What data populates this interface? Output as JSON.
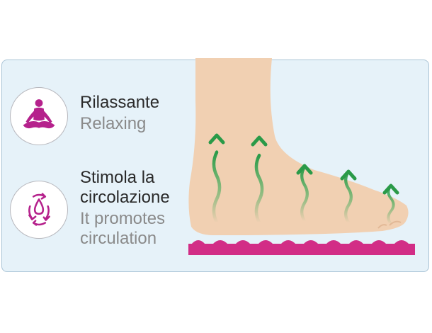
{
  "colors": {
    "panel_background": "#e6f2f9",
    "panel_border": "#aac4d6",
    "icon_magenta": "#b5218c",
    "arrow_green": "#2a9a48",
    "skin": "#f1d0b2",
    "insole_magenta": "#d22d86",
    "text_dark": "#2a2a2a",
    "text_grey": "#8a8a8a"
  },
  "features": [
    {
      "icon": "meditation-icon",
      "title_it": "Rilassante",
      "title_en": "Relaxing"
    },
    {
      "icon": "circulation-drop-icon",
      "title_it_line1": "Stimola la",
      "title_it_line2": "circolazione",
      "title_en_line1": "It promotes",
      "title_en_line2": "circulation"
    }
  ],
  "illustration": {
    "subject": "foot-icon",
    "arrows": "wavy-arrow-icon",
    "arrow_count": 5,
    "insole": "massage-insole-icon"
  }
}
